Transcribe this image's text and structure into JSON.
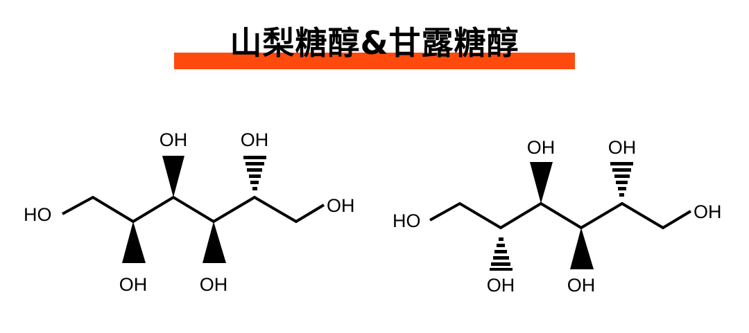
{
  "title": "山梨糖醇&甘露糖醇",
  "accent_color": "#ff4a0d",
  "molecules": [
    {
      "name": "sorbitol",
      "labels": {
        "left_end": "HO",
        "right_end": "OH",
        "c2_bottom": "OH",
        "c3_top": "OH",
        "c4_bottom": "OH",
        "c5_top": "OH"
      },
      "stereo": {
        "c2": "wedge-down",
        "c3": "wedge-up",
        "c4": "wedge-down",
        "c5": "hash-up"
      }
    },
    {
      "name": "mannitol",
      "labels": {
        "left_end": "HO",
        "right_end": "OH",
        "c2_bottom": "OH",
        "c3_top": "OH",
        "c4_bottom": "OH",
        "c5_top": "OH"
      },
      "stereo": {
        "c2": "hash-down",
        "c3": "wedge-up",
        "c4": "wedge-down",
        "c5": "hash-up"
      }
    }
  ]
}
